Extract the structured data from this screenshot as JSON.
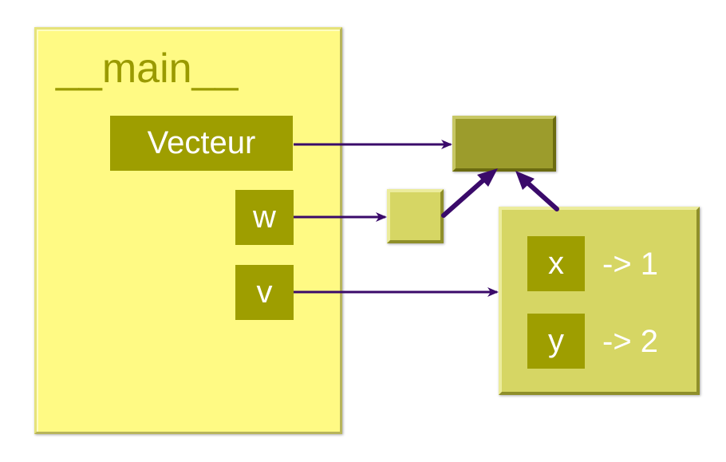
{
  "frame": {
    "title": "__main__",
    "names": {
      "vecteur": "Vecteur",
      "w": "w",
      "v": "v"
    }
  },
  "instance": {
    "attributes": [
      {
        "key": "x",
        "value": "-> 1"
      },
      {
        "key": "y",
        "value": "-> 2"
      }
    ]
  },
  "colors": {
    "frame_fill": "#fffa84",
    "name_box": "#9e9e00",
    "arrow": "#3a0a6a"
  }
}
